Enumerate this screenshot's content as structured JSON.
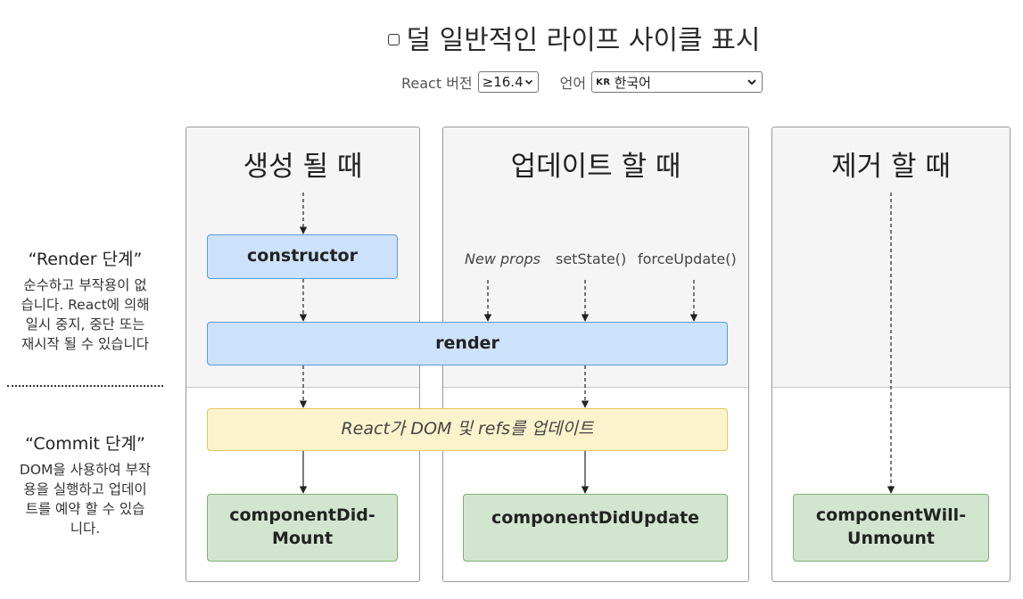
{
  "header": {
    "toggle_label": "덜 일반적인 라이프 사이클 표시",
    "version_label": "React 버전",
    "version_value": "≥16.4",
    "language_label": "언어",
    "language_flag": "KR",
    "language_value": "한국어"
  },
  "columns": {
    "mount_title": "생성 될 때",
    "update_title": "업데이트 할 때",
    "unmount_title": "제거 할 때"
  },
  "phases": {
    "render_title": "“Render 단계”",
    "render_desc_lines": [
      "순수하고 부작용이 없",
      "습니다. React에 의해",
      "일시 중지, 중단 또는",
      "재시작 될 수 있습니다"
    ],
    "commit_title": "“Commit 단계”",
    "commit_desc_lines": [
      "DOM을 사용하여 부작",
      "용을 실행하고 업데이",
      "트를 예약 할 수 있습",
      "니다."
    ]
  },
  "triggers": {
    "new_props": "New props",
    "set_state": "setState()",
    "force_update": "forceUpdate()"
  },
  "methods": {
    "constructor": "constructor",
    "render": "render",
    "dom_update": "React가 DOM 및 refs를 업데이트",
    "did_mount_line1": "componentDid-",
    "did_mount_line2": "Mount",
    "did_update": "componentDidUpdate",
    "will_unmount_line1": "componentWill-",
    "will_unmount_line2": "Unmount"
  },
  "colors": {
    "render_phase_bg": "#f5f5f5",
    "blue_box": "#cce1fa",
    "yellow_box": "#fcf3cc",
    "green_box": "#d2e6cf"
  }
}
